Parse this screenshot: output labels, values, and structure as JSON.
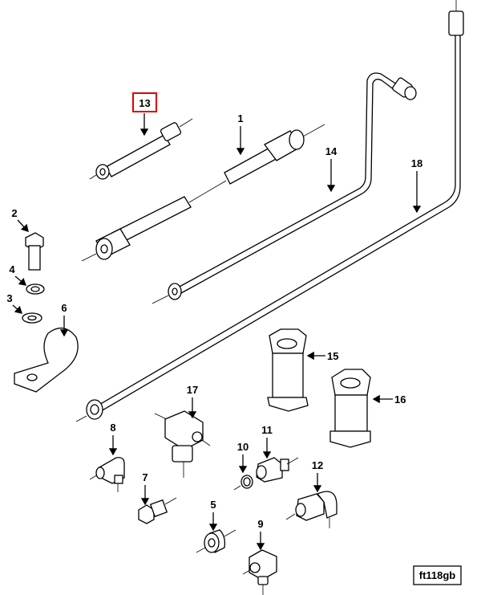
{
  "diagram": {
    "type": "exploded parts diagram",
    "highlight_color": "#e00000",
    "highlighted_callout": "13",
    "figure_id": "ft118gb",
    "callouts": {
      "c1": "1",
      "c2": "2",
      "c3": "3",
      "c4": "4",
      "c5": "5",
      "c6": "6",
      "c7": "7",
      "c8": "8",
      "c9": "9",
      "c10": "10",
      "c11": "11",
      "c12": "12",
      "c13": "13",
      "c14": "14",
      "c15": "15",
      "c16": "16",
      "c17": "17",
      "c18": "18"
    }
  }
}
